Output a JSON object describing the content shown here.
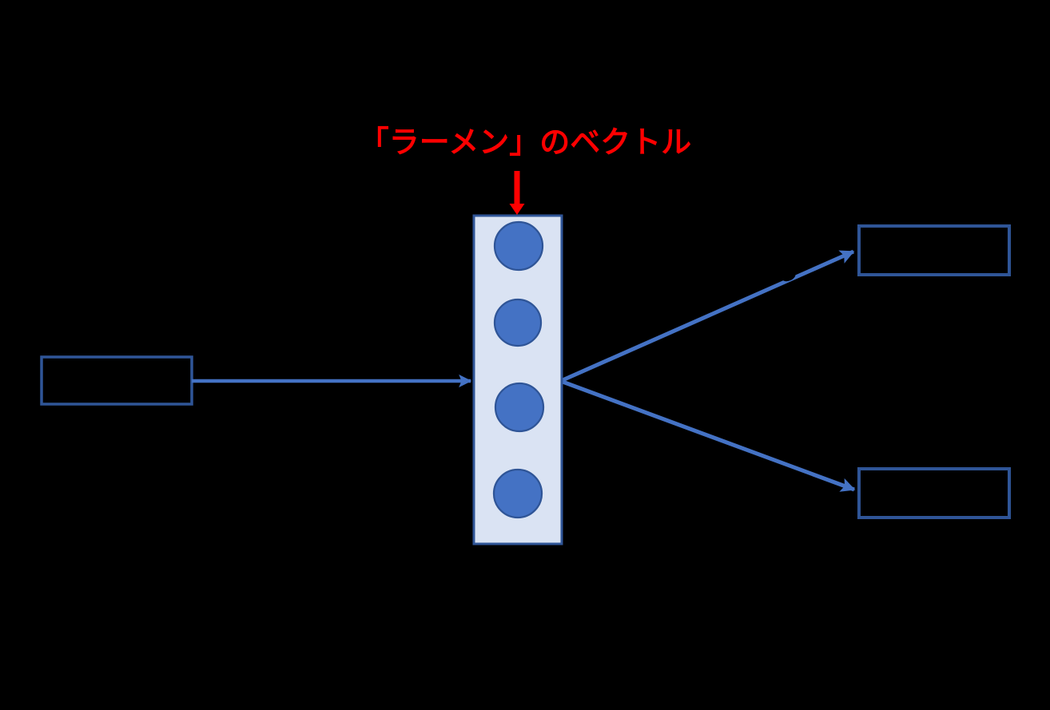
{
  "diagram": {
    "kind": "word-embedding-vector-diagram",
    "background_color": "#000000",
    "annotation": {
      "text": "「ラーメン」のベクトル",
      "color": "#ff0000"
    },
    "vector_box": {
      "node_count": 4,
      "fill_color": "#dae3f3",
      "border_color": "#2f5597",
      "node_fill_color": "#4472c4",
      "node_border_color": "#2f5597"
    },
    "word_boxes": {
      "count": 3,
      "border_color": "#2f5597",
      "positions": [
        "left-input",
        "top-right-output",
        "bottom-right-output"
      ]
    },
    "connector_arrows": {
      "count": 3,
      "color": "#4472c4"
    },
    "annotation_arrow_color": "#ff0000"
  }
}
